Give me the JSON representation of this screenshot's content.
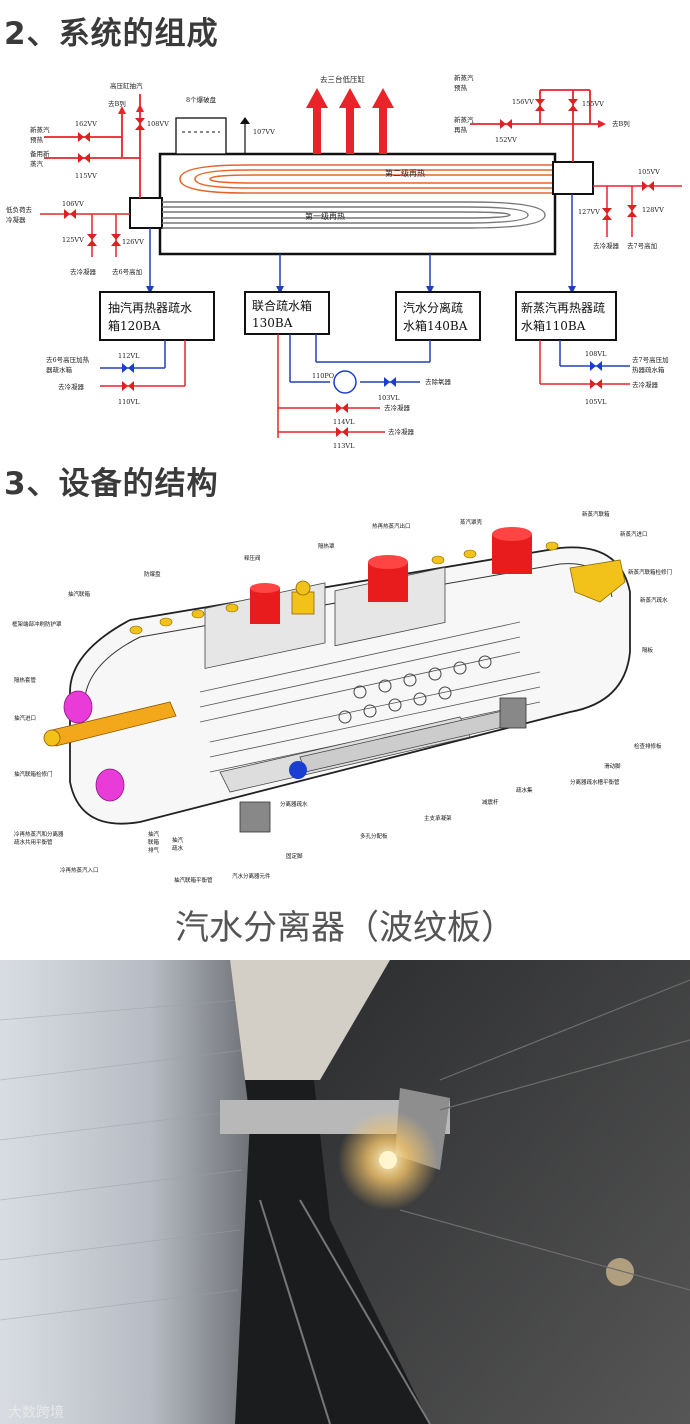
{
  "headings": {
    "system_composition": "2、系统的组成",
    "equipment_structure": "3、设备的结构"
  },
  "caption": "汽水分离器（波纹板）",
  "watermark": "大数跨境",
  "system_diagram": {
    "top_label": "去三台低压缸",
    "hp_extraction": "高压缸抽汽",
    "to_b_train_left": "去B列",
    "rupture_discs": "8个爆破盘",
    "second_stage": "第二级再热",
    "first_stage": "第一级再热",
    "new_steam_preheat": "新蒸汽\n预热",
    "new_steam_reheat": "新蒸汽\n再热",
    "to_b_train_right": "去B列",
    "left_new_steam_preheat": "新蒸汽\n预热",
    "left_standby_new_steam": "备用新\n蒸汽",
    "low_load_condenser": "低负荷去\n冷凝器",
    "to_condenser_1": "去冷凝器",
    "to_hp6": "去6号高加",
    "to_condenser_r": "去冷凝器",
    "to_hp7": "去7号高加",
    "tanks": {
      "t120": "抽汽再热器疏水\n箱120BA",
      "t130": "联合疏水箱\n130BA",
      "t140": "汽水分离疏\n水箱140BA",
      "t110": "新蒸汽再热器疏\n水箱110BA"
    },
    "bottom_left_hp6": "去6号高压加热\n器疏水箱",
    "bottom_left_cond": "去冷凝器",
    "to_deaerator": "去除氧器",
    "to_cond_114": "去冷凝器",
    "to_cond_113": "去冷凝器",
    "bottom_right_hp7": "去7号高压加\n热器疏水箱",
    "bottom_right_cond": "去冷凝器",
    "valves": {
      "v162": "162VV",
      "v115": "115VV",
      "v108": "108VV",
      "v107": "107VV",
      "v156": "156VV",
      "v155": "155VV",
      "v152": "152VV",
      "v106": "106VV",
      "v125": "125VV",
      "v126": "126VV",
      "v105a": "105VV",
      "v127": "127VV",
      "v128": "128VV",
      "v112": "112VL",
      "v110": "110VL",
      "p110": "110PO",
      "v103": "103VL",
      "v114": "114VL",
      "v113": "113VL",
      "v108l": "108VL",
      "v105l": "105VL"
    }
  },
  "structure_diagram": {
    "labels": {
      "mr_head": "新蒸汽联箱",
      "mr_inlet": "新蒸汽进口",
      "mr_header_manhole": "新蒸汽联箱检修门",
      "mr_drain": "新蒸汽疏水",
      "separator": "隔板",
      "inspect_board": "检查排修板",
      "sliding_support": "滑动脚",
      "sep_drain_trough": "分离器疏水槽平衡管",
      "drain_header": "疏水集",
      "reduce_rod": "减震杆",
      "main_support": "主支承凝架",
      "perforated": "多孔分配板",
      "fixed_foot": "固定脚",
      "sep_parts": "汽水分离器元件",
      "ext_header_balance": "抽汽联箱平衡管",
      "ext_drain": "抽汽\n疏水",
      "ext_header_vent": "抽汽\n联箱\n排气",
      "cold_reheat_inlet": "冷再热蒸汽入口",
      "cold_reheat_drain": "冷再热蒸汽和分离器\n疏水共用平衡管",
      "ext_header_manhole": "抽汽联箱检修门",
      "ext_inlet": "抽汽进口",
      "shield": "隔热套管",
      "frame_impact": "框架端部冲刷防护罩",
      "ext_header": "抽汽联箱",
      "anti_vibration": "防爆盘",
      "relief_valve": "释压阀",
      "partition": "隔热罩",
      "hot_reheat_outlet": "热再热蒸汽出口",
      "steam_shell": "蒸汽罩壳",
      "sep_drain": "分离器疏水"
    }
  },
  "colors": {
    "red_line": "#e8232a",
    "blue_line": "#2140b8",
    "valve_red": "#e02020",
    "valve_blue": "#1a3fd0",
    "magenta": "#e83bd8",
    "yellow": "#f2c21a",
    "red_part": "#e81c1c"
  }
}
